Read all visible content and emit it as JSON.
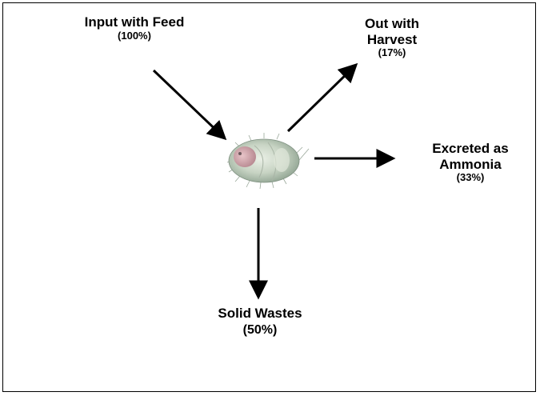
{
  "diagram": {
    "input": {
      "label": "Input with Feed",
      "percent": "(100%)"
    },
    "harvest": {
      "line1": "Out with",
      "line2": "Harvest",
      "percent": "(17%)"
    },
    "ammonia": {
      "line1": "Excreted as",
      "line2": "Ammonia",
      "percent": "(33%)"
    },
    "solid": {
      "label": "Solid Wastes",
      "percent": "(50%)"
    },
    "colors": {
      "arrow": "#000000",
      "border": "#000000",
      "background": "#ffffff"
    }
  }
}
